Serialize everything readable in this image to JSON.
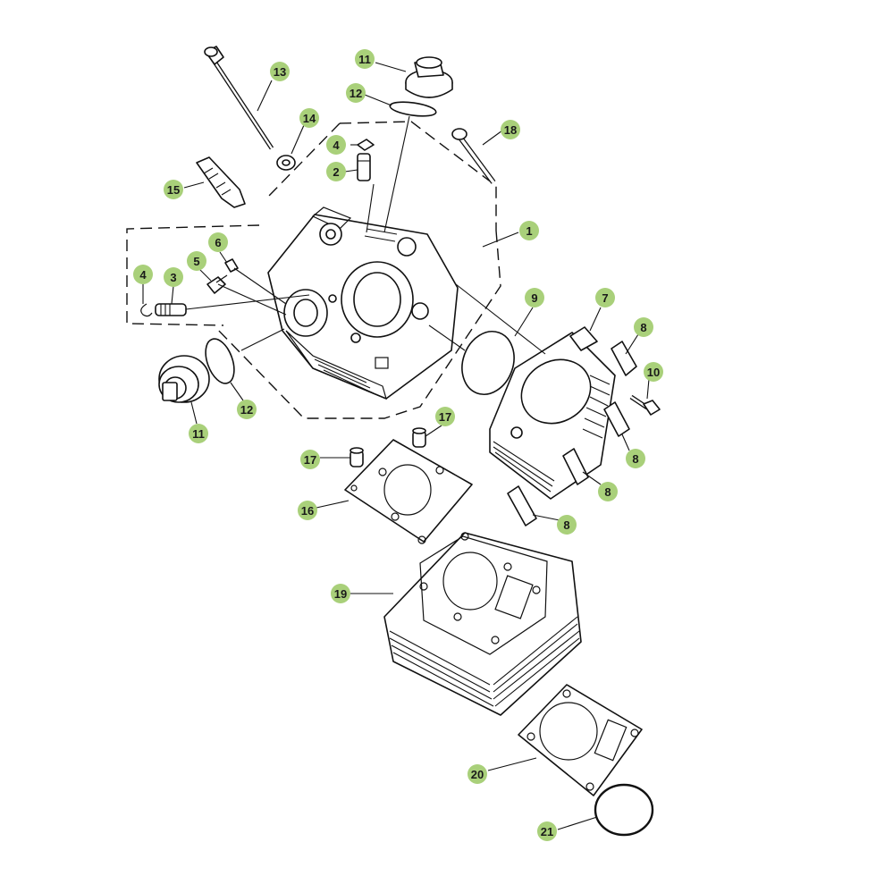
{
  "colors": {
    "callout_fill": "#a9d07a",
    "line": "#111111",
    "background": "#ffffff"
  },
  "callouts": {
    "c1": "1",
    "c2": "2",
    "c3": "3",
    "c4a": "4",
    "c4b": "4",
    "c5": "5",
    "c6": "6",
    "c7": "7",
    "c8a": "8",
    "c8b": "8",
    "c8c": "8",
    "c8d": "8",
    "c9": "9",
    "c10": "10",
    "c11a": "11",
    "c11b": "11",
    "c12a": "12",
    "c12b": "12",
    "c13": "13",
    "c14": "14",
    "c15": "15",
    "c16": "16",
    "c17a": "17",
    "c17b": "17",
    "c18": "18",
    "c19": "19",
    "c20": "20",
    "c21": "21"
  }
}
